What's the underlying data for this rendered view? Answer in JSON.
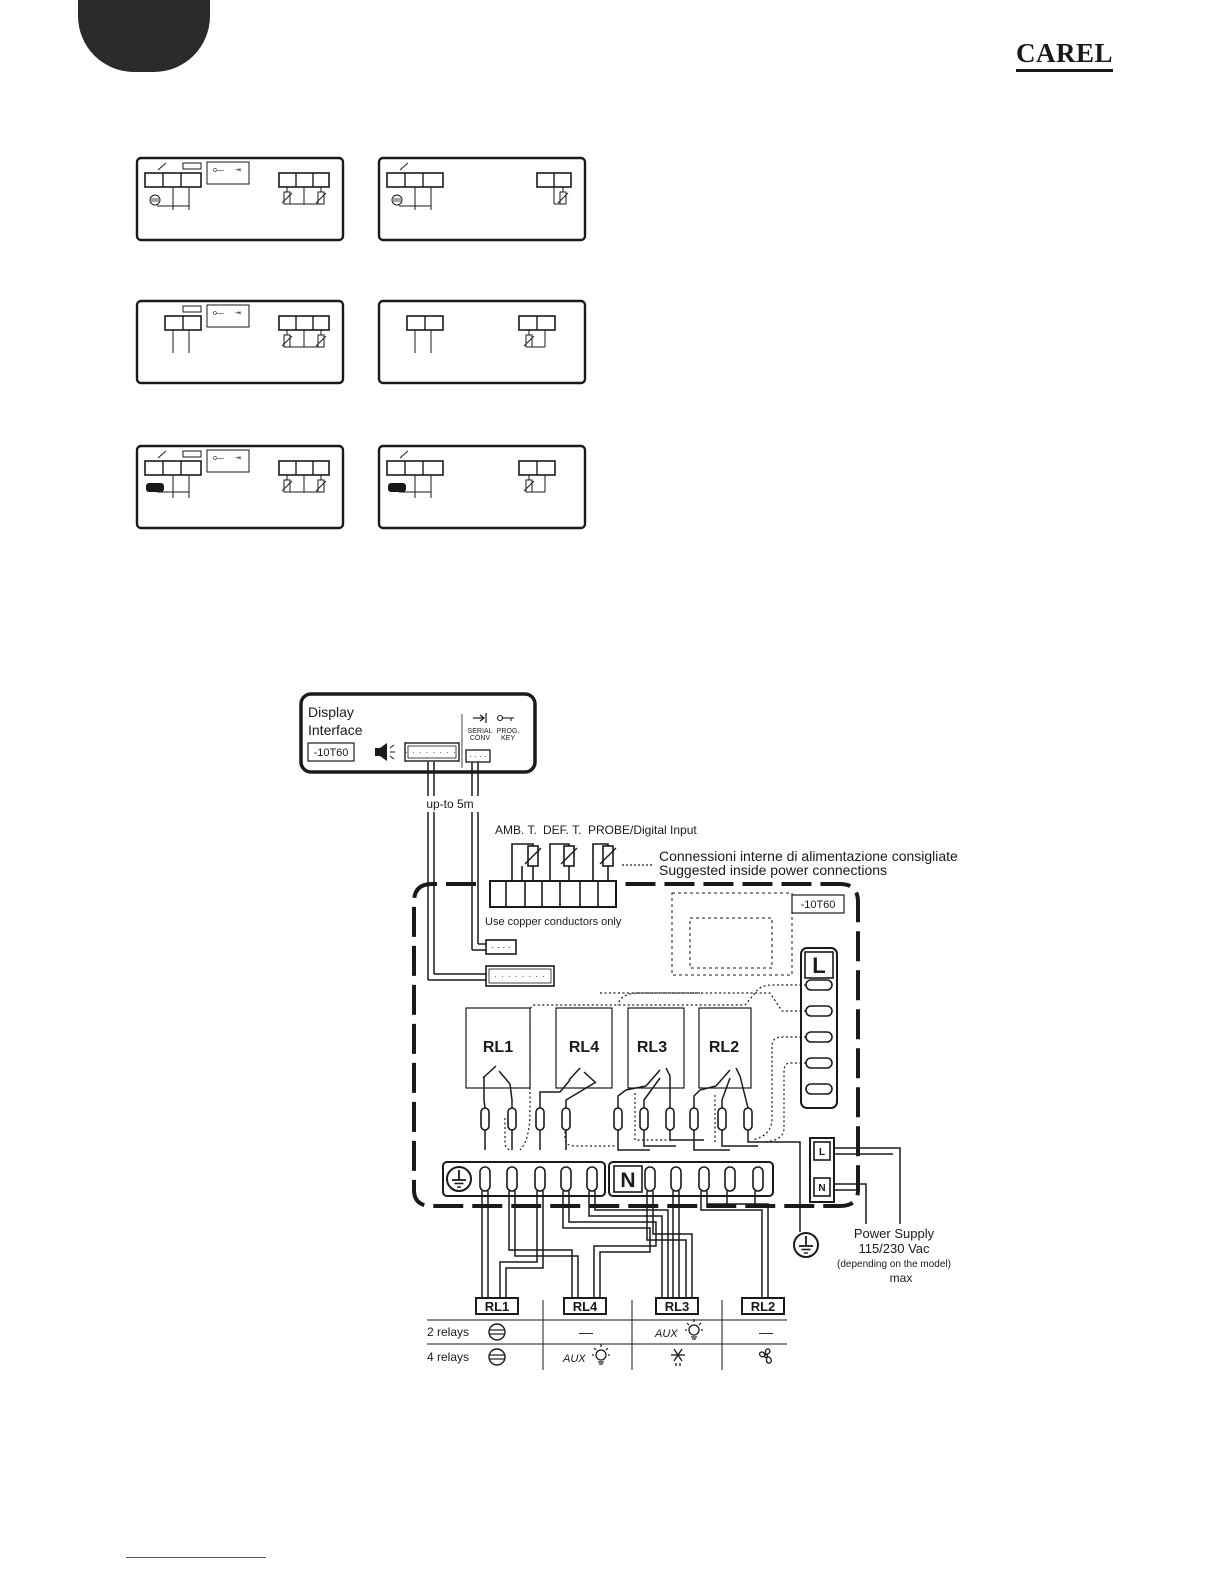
{
  "header": {
    "brand": "CAREL"
  },
  "display_interface": {
    "title_line1": "Display",
    "title_line2": "Interface",
    "model_tag": "-10T60",
    "serial_conv_line1": "SERIAL",
    "serial_conv_line2": "CONV",
    "prog_key_line1": "PROG.",
    "prog_key_line2": "KEY"
  },
  "cable_length": "up-to 5m",
  "probes": {
    "amb": "AMB. T.",
    "def": "DEF. T.",
    "probe_di": "PROBE/Digital Input"
  },
  "notes": {
    "it": "Connessioni interne di alimentazione consigliate",
    "en": "Suggested inside  power connections",
    "copper": "Use copper conductors only"
  },
  "board": {
    "model_tag": "-10T60",
    "relays": [
      "RL1",
      "RL4",
      "RL3",
      "RL2"
    ],
    "line_label": "L",
    "neutral_label": "N"
  },
  "power_supply": {
    "line1": "Power Supply",
    "line2": "115/230 Vac",
    "line3": "(depending on the model)",
    "line4": "max",
    "l_label": "L",
    "n_label": "N"
  },
  "legend": {
    "relays": [
      "RL1",
      "RL4",
      "RL3",
      "RL2"
    ],
    "row_2_relays": "2 relays",
    "row_4_relays": "4 relays",
    "aux_2": "AUX",
    "aux_4": "AUX",
    "dash": "—"
  }
}
